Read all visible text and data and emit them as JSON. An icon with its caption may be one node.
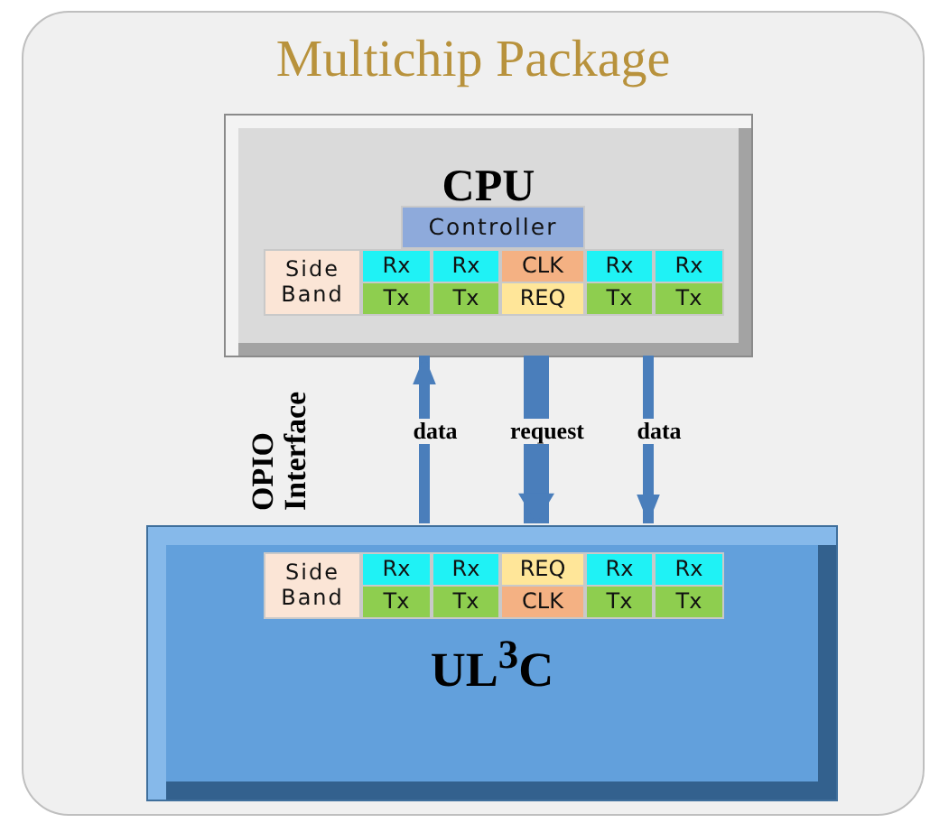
{
  "diagram": {
    "nodes": [
      {
        "text": [
          "Multichip Package"
        ]
      },
      {
        "text": [
          "CPU"
        ],
        "in": 0
      },
      {
        "text": [
          "Controller"
        ],
        "in": 1
      },
      {
        "text": [
          "Side Band"
        ],
        "in": 1
      },
      {
        "text": [
          "Rx"
        ],
        "in": 1
      },
      {
        "text": [
          "Rx"
        ],
        "in": 1
      },
      {
        "text": [
          "CLK"
        ],
        "in": 1
      },
      {
        "text": [
          "Rx"
        ],
        "in": 1
      },
      {
        "text": [
          "Rx"
        ],
        "in": 1
      },
      {
        "text": [
          "Tx"
        ],
        "in": 1
      },
      {
        "text": [
          "Tx"
        ],
        "in": 1
      },
      {
        "text": [
          "REQ"
        ],
        "in": 1
      },
      {
        "text": [
          "Tx"
        ],
        "in": 1
      },
      {
        "text": [
          "Tx"
        ],
        "in": 1
      },
      {
        "text": [
          "UL$^{3}$C"
        ],
        "in": 0
      },
      {
        "text": [
          "Side Band"
        ],
        "in": 14
      },
      {
        "text": [
          "Rx"
        ],
        "in": 14
      },
      {
        "text": [
          "Rx"
        ],
        "in": 14
      },
      {
        "text": [
          "REQ"
        ],
        "in": 14
      },
      {
        "text": [
          "Rx"
        ],
        "in": 14
      },
      {
        "text": [
          "Rx"
        ],
        "in": 14
      },
      {
        "text": [
          "Tx"
        ],
        "in": 14
      },
      {
        "text": [
          "Tx"
        ],
        "in": 14
      },
      {
        "text": [
          "CLK"
        ],
        "in": 14
      },
      {
        "text": [
          "Tx"
        ],
        "in": 14
      },
      {
        "text": [
          "Tx"
        ],
        "in": 14
      }
    ],
    "edges": [
      {
        "from": 14,
        "to": 1,
        "arrow": "to",
        "label": "data"
      },
      {
        "from": 1,
        "to": 14,
        "arrow": "to",
        "label": "request",
        "style": "thick"
      },
      {
        "from": 1,
        "to": 14,
        "arrow": "to",
        "label": "data"
      }
    ],
    "labels": [
      "OPIO Interface"
    ]
  }
}
